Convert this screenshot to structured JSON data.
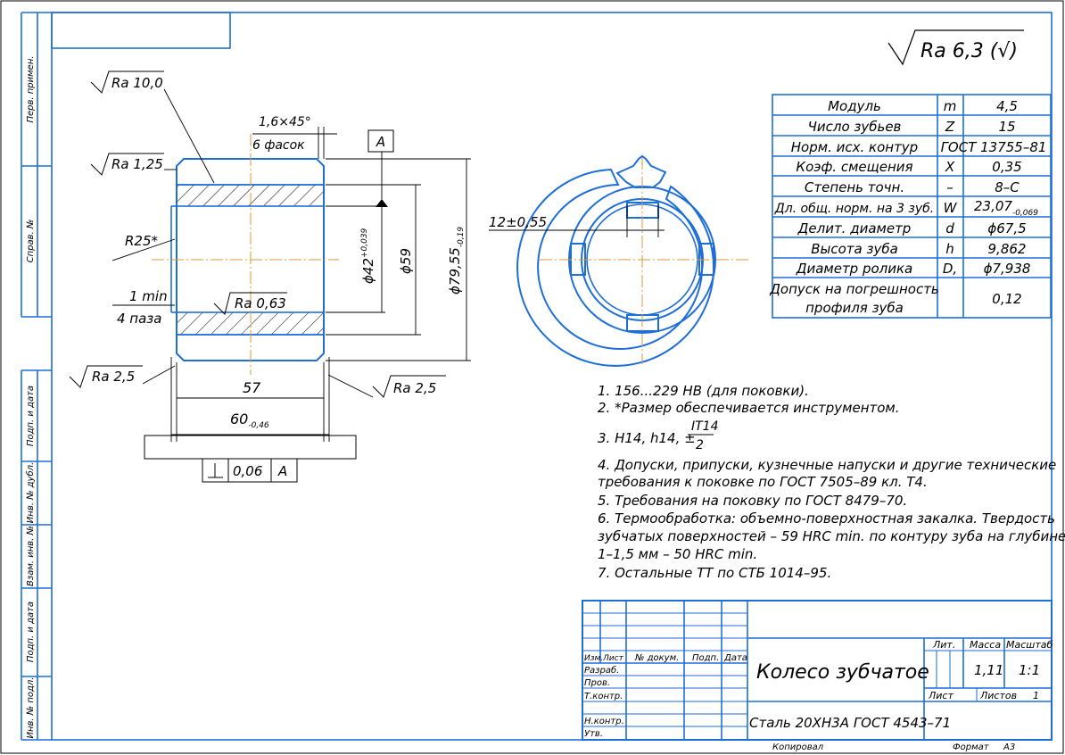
{
  "drawing": {
    "side_labels": [
      "Перв. примен.",
      "Справ. №",
      "Подп. и дата",
      "Инв. № дубл.",
      "Взам. инв. №",
      "Подп. и дата",
      "Инв. № подл."
    ],
    "roughness_general": "Ra 6,3 (√)",
    "roughness_marks": [
      "Ra 10,0",
      "Ra 1,25",
      "Ra 0,63",
      "Ra 2,5",
      "Ra 2,5"
    ],
    "dims": {
      "chamfer": "1,6×45°",
      "chamfer_count": "6 фасок",
      "datum": "A",
      "radius": "R25*",
      "groove_min": "1 min",
      "groove_count": "4 паза",
      "bore_d": "ϕ42",
      "bore_tol": "+0,039",
      "pitch_d": "ϕ59",
      "outer_d": "ϕ79,55",
      "outer_tol": "-0,19",
      "width_57": "57",
      "width_60": "60",
      "width_60_tol": "-0,46",
      "slot_width": "12±0,55",
      "perp_tol_value": "0,06",
      "perp_tol_datum": "A"
    },
    "params": [
      {
        "name": "Модуль",
        "sym": "m",
        "val": "4,5"
      },
      {
        "name": "Число зубьев",
        "sym": "Z",
        "val": "15"
      },
      {
        "name": "Норм. исх. контур",
        "sym": "",
        "val": "ГОСТ 13755–81"
      },
      {
        "name": "Коэф. смещения",
        "sym": "X",
        "val": "0,35"
      },
      {
        "name": "Степень точн.",
        "sym": "–",
        "val": "8–C"
      },
      {
        "name": "Дл. общ. норм. на 3 зуб.",
        "sym": "W",
        "val": "23,07",
        "val_sub": "-0,069"
      },
      {
        "name": "Делит. диаметр",
        "sym": "d",
        "val": "ϕ67,5"
      },
      {
        "name": "Высота зуба",
        "sym": "h",
        "val": "9,862"
      },
      {
        "name": "Диаметр ролика",
        "sym": "D,",
        "val": "ϕ7,938"
      },
      {
        "name": "Допуск на погрешность",
        "name2": "профиля зуба",
        "sym": "",
        "val": "0,12"
      }
    ],
    "notes": [
      "1. 156...229 HB (для поковки).",
      "2. *Размер обеспечивается инструментом.",
      "3. H14, h14, ±",
      "IT14",
      "2",
      "4. Допуски, припуски, кузнечные напуски и другие технические",
      "требования к поковке по ГОСТ 7505–89 кл. Т4.",
      "5. Требования на поковку по ГОСТ 8479–70.",
      "6. Термообработка: объемно-поверхностная закалка. Твердость",
      "зубчатых поверхностей – 59 HRC min. по контуру зуба на глубине",
      "1–1,5 мм – 50 HRC min.",
      "7. Остальные ТТ по СТБ 1014–95."
    ],
    "title_block": {
      "name": "Колесо зубчатое",
      "material": "Сталь 20ХН3А ГОСТ 4543–71",
      "lit_header": "Лит.",
      "mass_header": "Масса",
      "scale_header": "Масштаб",
      "mass": "1,11",
      "scale": "1:1",
      "sheet_label": "Лист",
      "sheets_label": "Листов",
      "sheets": "1",
      "col_headers": [
        "Изм.",
        "Лист",
        "№ докум.",
        "Подп.",
        "Дата"
      ],
      "rows": [
        "Разраб.",
        "Пров.",
        "Т.контр.",
        "Н.контр.",
        "Утв."
      ],
      "copied": "Копировал",
      "format_label": "Формат",
      "format": "А3"
    }
  }
}
